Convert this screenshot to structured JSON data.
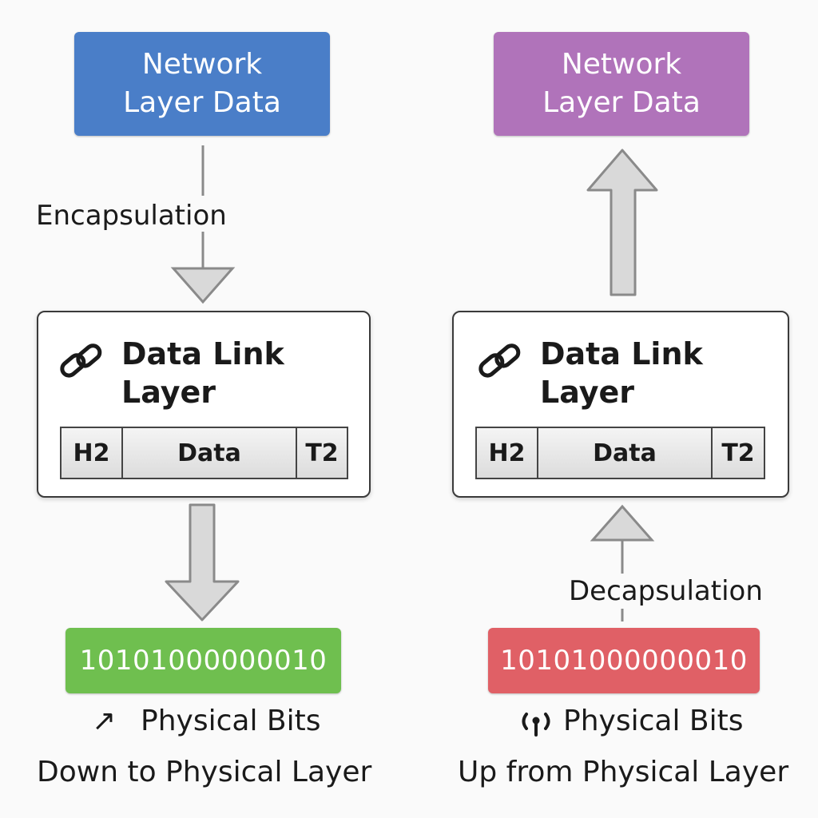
{
  "colors": {
    "network_left": "#4a7ec8",
    "network_right": "#b073ba",
    "bits_left": "#6fbf4f",
    "bits_right": "#e06066",
    "arrow_fill": "#d9d9d9",
    "arrow_stroke": "#8a8a8a"
  },
  "left": {
    "network_box": "Network\nLayer Data",
    "step_label": "Encapsulation",
    "dll": {
      "icon": "link-icon",
      "title": "Data Link\nLayer",
      "frame": {
        "header": "H2",
        "data": "Data",
        "trailer": "T2"
      }
    },
    "bits": "10101000000010",
    "bits_icon": "diagonal-arrow-icon",
    "bits_icon_glyph": "↗",
    "bits_caption": "Physical Bits",
    "footer": "Down to Physical Layer"
  },
  "right": {
    "network_box": "Network\nLayer Data",
    "step_label": "Decapsulation",
    "dll": {
      "icon": "link-icon",
      "title": "Data Link\nLayer",
      "frame": {
        "header": "H2",
        "data": "Data",
        "trailer": "T2"
      }
    },
    "bits": "10101000000010",
    "bits_icon": "antenna-icon",
    "bits_icon_glyph": "(ı)",
    "bits_caption": "Physical Bits",
    "footer": "Up from Physical Layer"
  }
}
